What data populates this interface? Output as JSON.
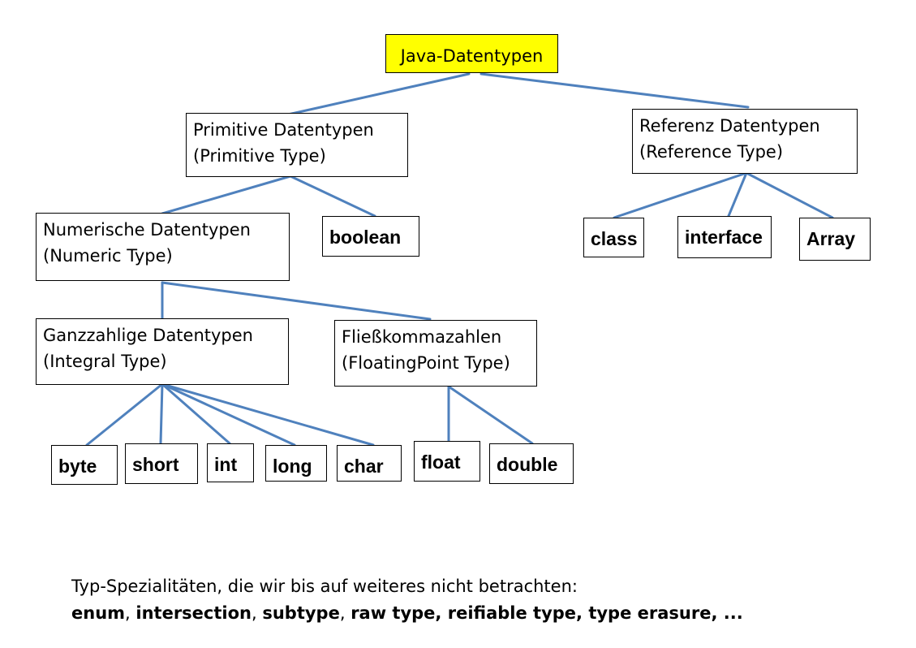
{
  "diagram": {
    "root": "Java-Datentypen",
    "primitive": {
      "line1": "Primitive Datentypen",
      "line2": "(Primitive Type)"
    },
    "reference": {
      "line1": "Referenz Datentypen",
      "line2": "(Reference Type)"
    },
    "numeric": {
      "line1": "Numerische Datentypen",
      "line2": "(Numeric Type)"
    },
    "boolean": "boolean",
    "integral": {
      "line1": "Ganzzahlige Datentypen",
      "line2": "(Integral Type)"
    },
    "floating": {
      "line1": "Fließkommazahlen",
      "line2": "(FloatingPoint Type)"
    },
    "integral_types": [
      "byte",
      "short",
      "int",
      "long",
      "char"
    ],
    "floating_types": [
      "float",
      "double"
    ],
    "reference_types": [
      "class",
      "interface",
      "Array"
    ],
    "edge_color": "#4f81bd",
    "root_fill": "#ffff00"
  },
  "footnote": {
    "line1": "Typ-Spezialitäten, die wir bis auf weiteres nicht betrachten:",
    "items": [
      {
        "text": "enum",
        "bold": true
      },
      {
        "text": ", ",
        "bold": false
      },
      {
        "text": "intersection",
        "bold": true
      },
      {
        "text": ", ",
        "bold": false
      },
      {
        "text": "subtype",
        "bold": true
      },
      {
        "text": ", ",
        "bold": false
      },
      {
        "text": "raw type, reifiable type, type erasure, ...",
        "bold": true
      }
    ]
  }
}
